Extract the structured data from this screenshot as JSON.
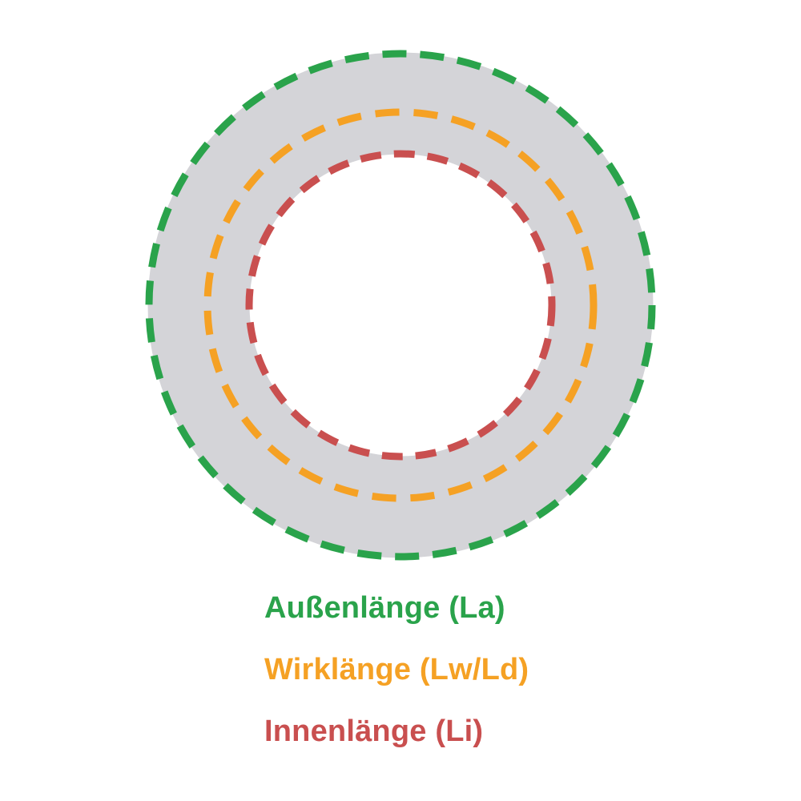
{
  "diagram": {
    "name": "v-belt-length-diagram",
    "belt_ring": {
      "fill_color": "#d4d4d8"
    },
    "circles": [
      {
        "name": "outer-length",
        "label": "Außenlänge (La)",
        "abbreviation": "La",
        "color": "#2aa34b"
      },
      {
        "name": "effective-length",
        "label": "Wirklänge (Lw/Ld)",
        "abbreviation": "Lw/Ld",
        "color": "#f5a124"
      },
      {
        "name": "inner-length",
        "label": "Innenlänge (Li)",
        "abbreviation": "Li",
        "color": "#c94f4f"
      }
    ]
  }
}
